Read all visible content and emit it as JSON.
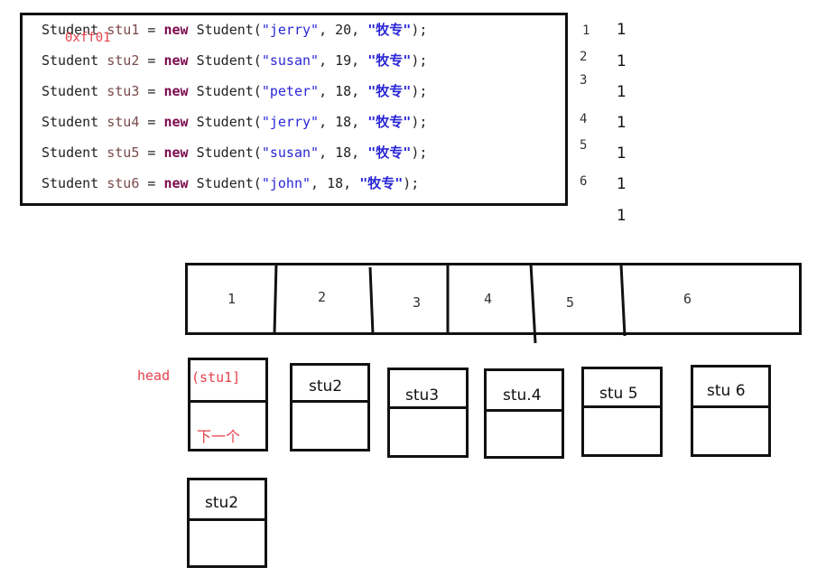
{
  "code": {
    "lines": [
      {
        "prefix": "Student ",
        "var": "stu1",
        " mid": "",
        "eq": " = ",
        "kw": "new",
        "ctor": " Student(",
        "s1": "\"jerry\"",
        "num": ", 20, ",
        "s2": "\"牧专\"",
        "end": ");"
      },
      {
        "prefix": "Student ",
        "var": "stu2",
        "eq": " = ",
        "kw": "new",
        "ctor": " Student(",
        "s1": "\"susan\"",
        "num": ", 19, ",
        "s2": "\"牧专\"",
        "end": ");"
      },
      {
        "prefix": "Student ",
        "var": "stu3",
        "eq": " = ",
        "kw": "new",
        "ctor": " Student(",
        "s1": "\"peter\"",
        "num": ", 18, ",
        "s2": "\"牧专\"",
        "end": ");"
      },
      {
        "prefix": "Student ",
        "var": "stu4",
        "eq": " = ",
        "kw": "new",
        "ctor": " Student(",
        "s1": "\"jerry\"",
        "num": ", 18, ",
        "s2": "\"牧专\"",
        "end": ");"
      },
      {
        "prefix": "Student ",
        "var": "stu5",
        "eq": " = ",
        "kw": "new",
        "ctor": " Student(",
        "s1": "\"susan\"",
        "num": ", 18, ",
        "s2": "\"牧专\"",
        "end": ");"
      },
      {
        "prefix": "Student ",
        "var": "stu6",
        "eq": " = ",
        "kw": "new",
        "ctor": " Student(",
        "s1": "\"john\"",
        "num": ", 18, ",
        "s2": "\"牧专\"",
        "end": ");"
      }
    ],
    "address_note": "0xff01"
  },
  "index_column": [
    "1",
    "2",
    "3",
    "4",
    "5",
    "6"
  ],
  "ones_column": [
    "1",
    "1",
    "1",
    "1",
    "1",
    "1",
    "1"
  ],
  "array_cells": [
    "1",
    "2",
    "3",
    "4",
    "5",
    "6"
  ],
  "head_label": "head",
  "nodes": [
    {
      "label": "(stu1]",
      "next": "下一个"
    },
    {
      "label": "stu2"
    },
    {
      "label": "stu3"
    },
    {
      "label": "stu.4"
    },
    {
      "label": "stu 5"
    },
    {
      "label": "stu 6"
    },
    {
      "label": "stu2"
    }
  ],
  "colors": {
    "annotation_red": "#e5424b",
    "keyword": "#7b0a4e",
    "string": "#2a26d6",
    "variable": "#7a4a4a",
    "line": "#111111"
  }
}
